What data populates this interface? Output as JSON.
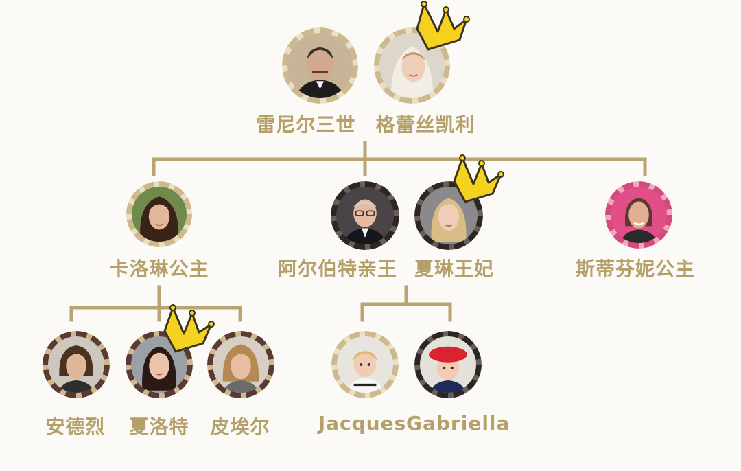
{
  "colors": {
    "connector": "#b9a370",
    "name_text": "#b5a06a",
    "crown_fill": "#f5d21f",
    "crown_stroke": "#3a3320",
    "ring_gold": "#cdb98d",
    "ring_dark": "#2e2624",
    "ring_pink": "#d44a7a",
    "ring_brown": "#5a3a32"
  },
  "people": {
    "rainier": {
      "name": "雷尼尔三世",
      "icon": "portrait-man-vintage"
    },
    "grace": {
      "name": "格蕾丝凯利",
      "icon": "portrait-woman-veil",
      "crowned": true
    },
    "caroline": {
      "name": "卡洛琳公主",
      "icon": "portrait-woman-dark-hair"
    },
    "albert": {
      "name": "阿尔伯特亲王",
      "icon": "portrait-man-glasses"
    },
    "charlene": {
      "name": "夏琳王妃",
      "icon": "portrait-woman-blonde",
      "crowned": true
    },
    "stephanie": {
      "name": "斯蒂芬妮公主",
      "icon": "portrait-woman-pink"
    },
    "andrea": {
      "name": "安德烈",
      "icon": "portrait-young-man"
    },
    "charlotte": {
      "name": "夏洛特",
      "icon": "portrait-young-woman",
      "crowned": true
    },
    "pierre": {
      "name": "皮埃尔",
      "icon": "portrait-young-man-blond"
    },
    "jacques": {
      "name": "Jacques",
      "icon": "portrait-boy"
    },
    "gabriella": {
      "name": "Gabriella",
      "icon": "portrait-girl-red-beret"
    }
  }
}
